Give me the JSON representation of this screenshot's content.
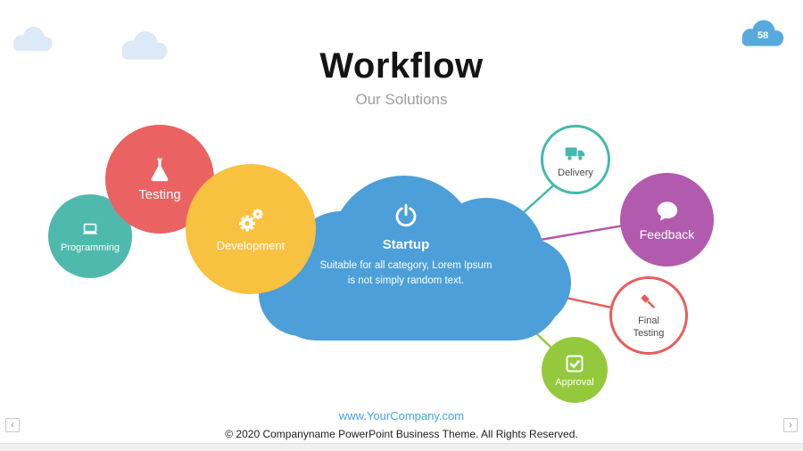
{
  "slide": {
    "title": "Workflow",
    "subtitle": "Our Solutions",
    "page_number": "58"
  },
  "cloud_center": {
    "icon": "power-icon",
    "label": "Startup",
    "description": "Suitable for all category, Lorem Ipsum is not simply random text.",
    "color": "#4C9FD8"
  },
  "nodes": [
    {
      "id": "programming",
      "label": "Programming",
      "icon": "laptop-icon",
      "color": "#4FB9AE",
      "style": "filled"
    },
    {
      "id": "testing",
      "label": "Testing",
      "icon": "flask-icon",
      "color": "#EA6262",
      "style": "filled"
    },
    {
      "id": "development",
      "label": "Development",
      "icon": "gears-icon",
      "color": "#F8C13F",
      "style": "filled"
    },
    {
      "id": "delivery",
      "label": "Delivery",
      "icon": "truck-icon",
      "color": "#45B8AC",
      "style": "outlined"
    },
    {
      "id": "feedback",
      "label": "Feedback",
      "icon": "chat-bubble-icon",
      "color": "#B25AAE",
      "style": "filled"
    },
    {
      "id": "final-testing",
      "label": "Final Testing",
      "icon": "gavel-icon",
      "color": "#E85D5D",
      "style": "outlined"
    },
    {
      "id": "approval",
      "label": "Approval",
      "icon": "checkbox-check-icon",
      "color": "#95C93D",
      "style": "filled"
    }
  ],
  "footer": {
    "website": "www.YourCompany.com",
    "copyright": "© 2020 Companyname PowerPoint Business Theme. All Rights Reserved."
  },
  "nav": {
    "prev_icon": "‹",
    "next_icon": "›"
  }
}
